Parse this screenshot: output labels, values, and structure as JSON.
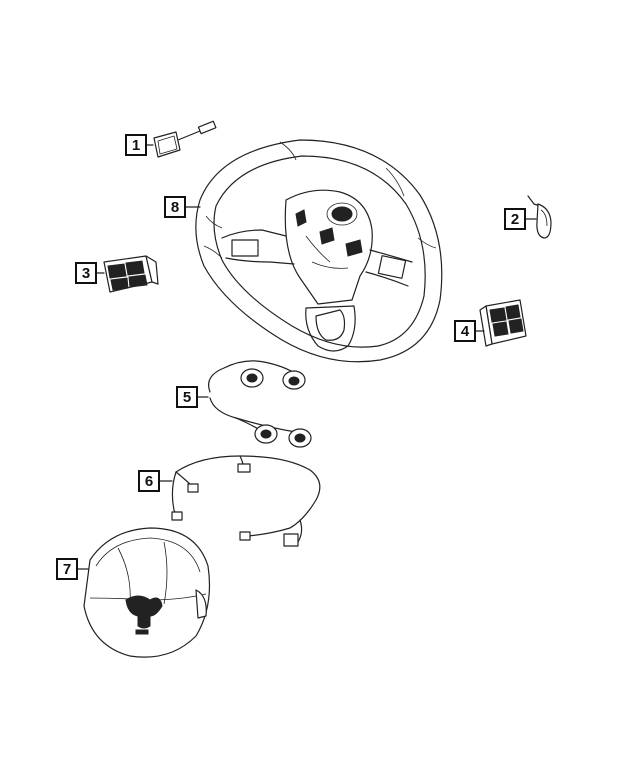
{
  "callouts": [
    {
      "id": "1",
      "part": "button"
    },
    {
      "id": "2",
      "part": "side-switch"
    },
    {
      "id": "3",
      "part": "left-switch-pod"
    },
    {
      "id": "4",
      "part": "right-switch-pod"
    },
    {
      "id": "5",
      "part": "clockspring-harness"
    },
    {
      "id": "6",
      "part": "wiring-harness"
    },
    {
      "id": "7",
      "part": "airbag-module"
    },
    {
      "id": "8",
      "part": "steering-wheel"
    }
  ]
}
